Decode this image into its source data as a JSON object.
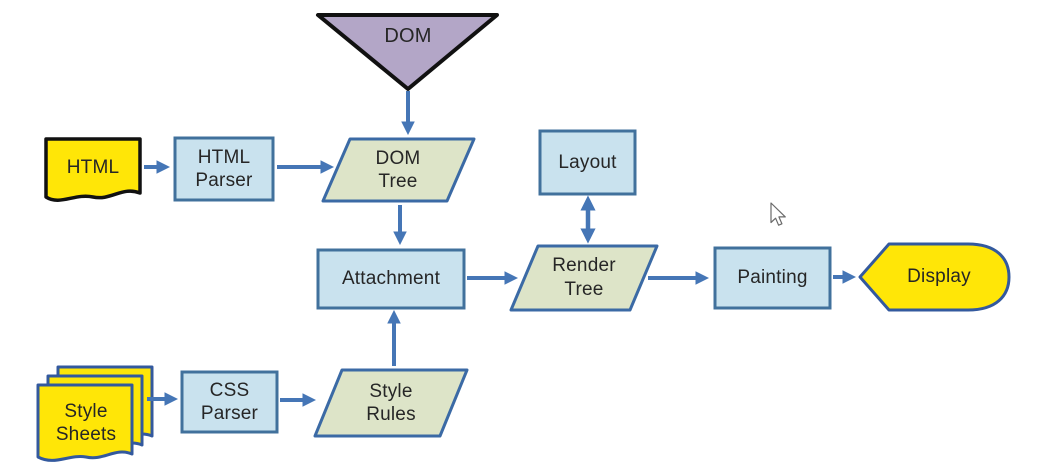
{
  "diagram": {
    "description": "Browser rendering engine pipeline flowchart",
    "nodes": {
      "dom": {
        "label": "DOM",
        "shape": "inverted-triangle"
      },
      "html": {
        "label": "HTML",
        "shape": "document"
      },
      "html_parser": {
        "label": "HTML\nParser",
        "shape": "process-rect"
      },
      "dom_tree": {
        "label": "DOM\nTree",
        "shape": "parallelogram"
      },
      "layout": {
        "label": "Layout",
        "shape": "process-rect"
      },
      "attachment": {
        "label": "Attachment",
        "shape": "process-rect"
      },
      "render_tree": {
        "label": "Render\nTree",
        "shape": "parallelogram"
      },
      "painting": {
        "label": "Painting",
        "shape": "process-rect"
      },
      "display": {
        "label": "Display",
        "shape": "display"
      },
      "style_sheets": {
        "label": "Style\nSheets",
        "shape": "stacked-documents"
      },
      "css_parser": {
        "label": "CSS\nParser",
        "shape": "process-rect"
      },
      "style_rules": {
        "label": "Style\nRules",
        "shape": "parallelogram"
      }
    },
    "edges": [
      {
        "from": "dom",
        "to": "dom_tree",
        "type": "arrow"
      },
      {
        "from": "html",
        "to": "html_parser",
        "type": "arrow"
      },
      {
        "from": "html_parser",
        "to": "dom_tree",
        "type": "arrow"
      },
      {
        "from": "dom_tree",
        "to": "attachment",
        "type": "arrow"
      },
      {
        "from": "style_sheets",
        "to": "css_parser",
        "type": "arrow"
      },
      {
        "from": "css_parser",
        "to": "style_rules",
        "type": "arrow"
      },
      {
        "from": "style_rules",
        "to": "attachment",
        "type": "arrow"
      },
      {
        "from": "attachment",
        "to": "render_tree",
        "type": "arrow"
      },
      {
        "from": "layout",
        "to": "render_tree",
        "type": "double-arrow"
      },
      {
        "from": "render_tree",
        "to": "painting",
        "type": "arrow"
      },
      {
        "from": "painting",
        "to": "display",
        "type": "arrow"
      }
    ],
    "colors": {
      "process_fill": "#c9e2ee",
      "process_border": "#41719c",
      "data_fill": "#dde4c8",
      "data_border": "#3b6aa5",
      "dom_fill": "#b3a6c7",
      "dom_border": "#111111",
      "doc_fill": "#ffe607",
      "doc_border_black": "#111111",
      "doc_border_blue": "#33599e",
      "arrow": "#4576b6",
      "text": "#262626",
      "background": "#ffffff"
    }
  }
}
